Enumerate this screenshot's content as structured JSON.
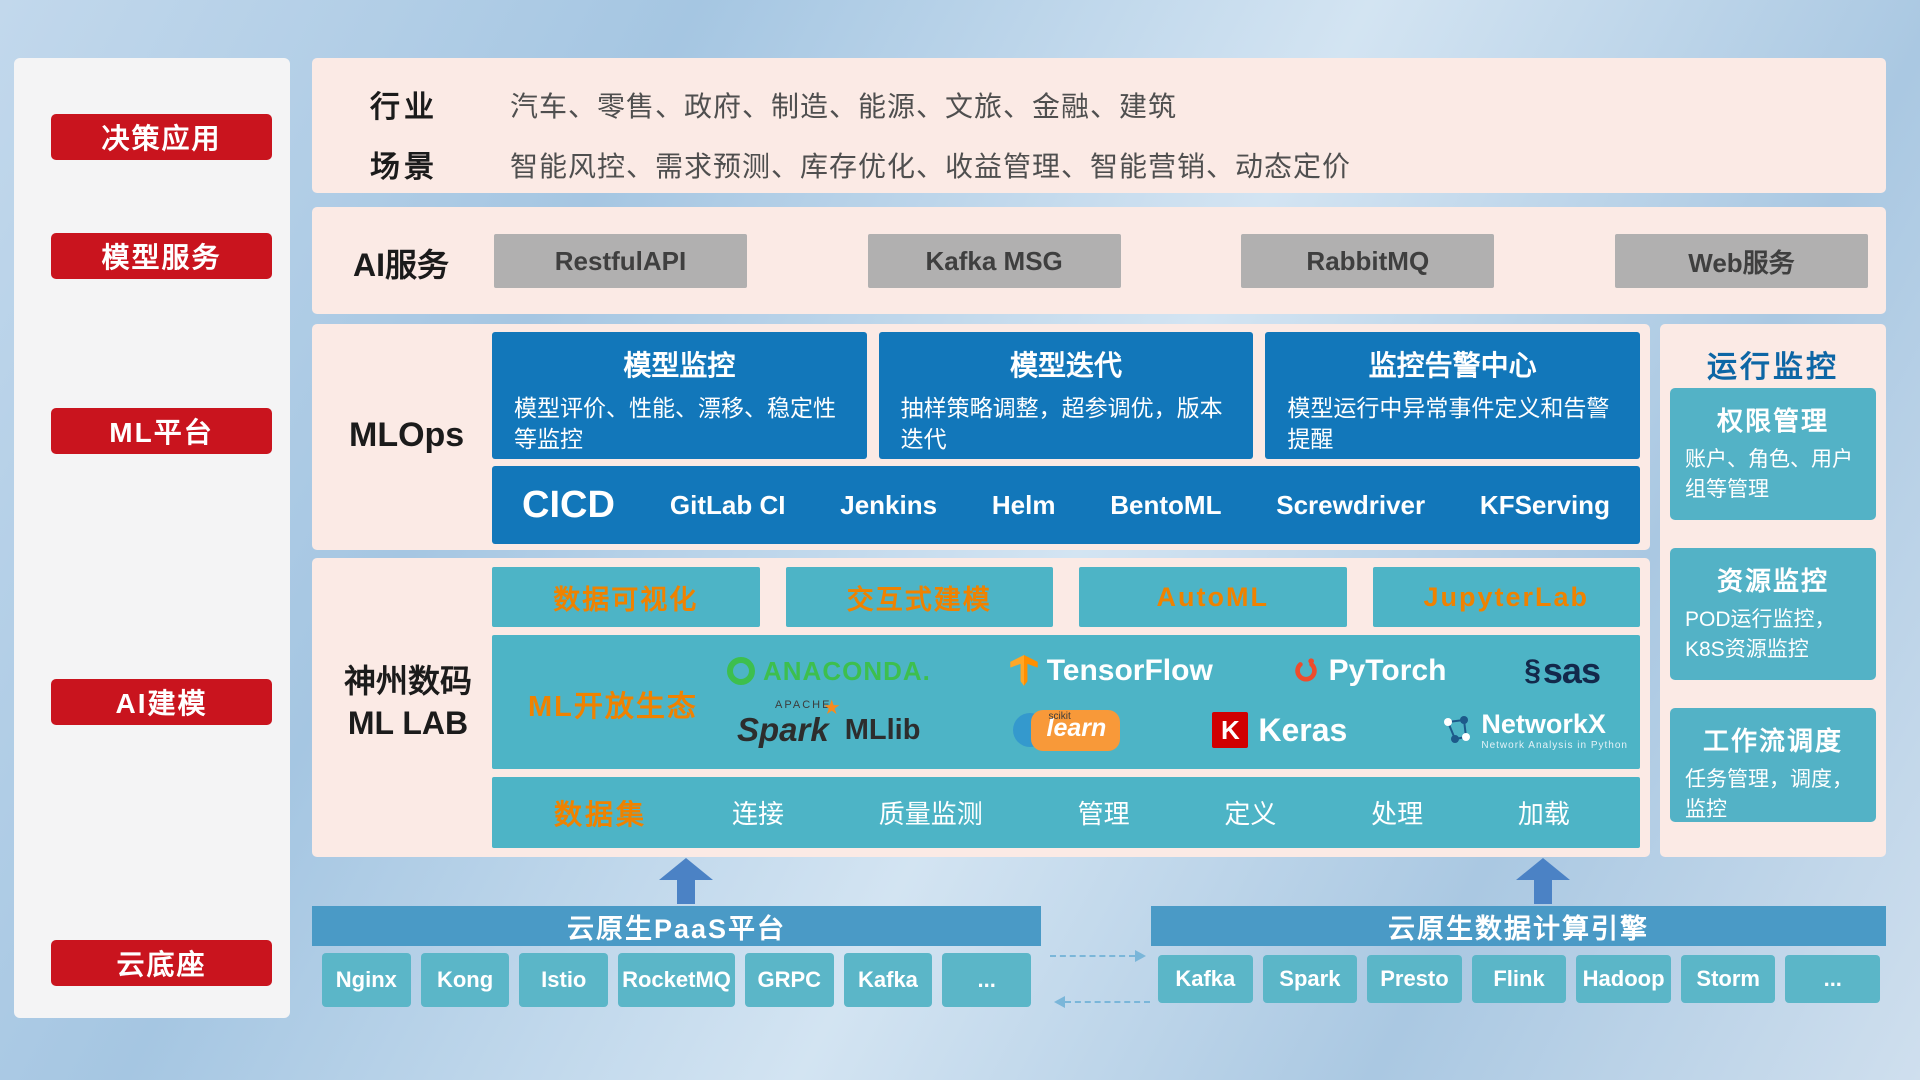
{
  "colors": {
    "red_accent": "#c9141e",
    "pink_panel": "#fbeae5",
    "deep_blue": "#1277ba",
    "teal": "#4db4c6",
    "teal_chip": "#5bb6c8",
    "header_blue": "#4a9ac6",
    "orange_text": "#ef8200",
    "gray_button": "#b1b0b0",
    "arrow_blue": "#4b82c5"
  },
  "sidebar": {
    "items": [
      "决策应用",
      "模型服务",
      "ML平台",
      "AI建模",
      "云底座"
    ]
  },
  "industry": {
    "row1_label": "行业",
    "row1_text": "汽车、零售、政府、制造、能源、文旅、金融、建筑",
    "row2_label": "场景",
    "row2_text": "智能风控、需求预测、库存优化、收益管理、智能营销、动态定价"
  },
  "ai_services": {
    "label": "AI服务",
    "items": [
      "RestfulAPI",
      "Kafka MSG",
      "RabbitMQ",
      "Web服务"
    ]
  },
  "mlops": {
    "label": "MLOps",
    "cards": [
      {
        "title": "模型监控",
        "desc": "模型评价、性能、漂移、稳定性等监控"
      },
      {
        "title": "模型迭代",
        "desc": "抽样策略调整，超参调优，版本迭代"
      },
      {
        "title": "监控告警中心",
        "desc": "模型运行中异常事件定义和告警提醒"
      }
    ],
    "cicd_label": "CICD",
    "cicd_items": [
      "GitLab CI",
      "Jenkins",
      "Helm",
      "BentoML",
      "Screwdriver",
      "KFServing"
    ]
  },
  "monitoring": {
    "title": "运行监控",
    "cards": [
      {
        "title": "权限管理",
        "desc": "账户、角色、用户组等管理"
      },
      {
        "title": "资源监控",
        "desc": "POD运行监控，K8S资源监控"
      },
      {
        "title": "工作流调度",
        "desc": "任务管理，调度，监控"
      }
    ]
  },
  "mllab": {
    "label_line1": "神州数码",
    "label_line2": "ML LAB",
    "tools": [
      "数据可视化",
      "交互式建模",
      "AutoML",
      "JupyterLab"
    ],
    "ecosystem_label": "ML开放生态",
    "logos": {
      "anaconda": "ANACONDA.",
      "tensorflow": "TensorFlow",
      "pytorch": "PyTorch",
      "sas": "sas",
      "spark_small": "APACHE",
      "spark": "Spark",
      "mllib": "MLlib",
      "scikit_small": "scikit",
      "scikit": "learn",
      "keras_k": "K",
      "keras": "Keras",
      "networkx": "NetworkX",
      "networkx_sub": "Network Analysis in Python"
    },
    "dataset_label": "数据集",
    "dataset_items": [
      "连接",
      "质量监测",
      "管理",
      "定义",
      "处理",
      "加载"
    ]
  },
  "cloud": {
    "paas_title": "云原生PaaS平台",
    "paas_items": [
      "Nginx",
      "Kong",
      "Istio",
      "RocketMQ",
      "GRPC",
      "Kafka",
      "..."
    ],
    "engine_title": "云原生数据计算引擎",
    "engine_items": [
      "Kafka",
      "Spark",
      "Presto",
      "Flink",
      "Hadoop",
      "Storm",
      "..."
    ]
  },
  "icons": {
    "sas_swirl": "§",
    "spark_star": "★"
  }
}
